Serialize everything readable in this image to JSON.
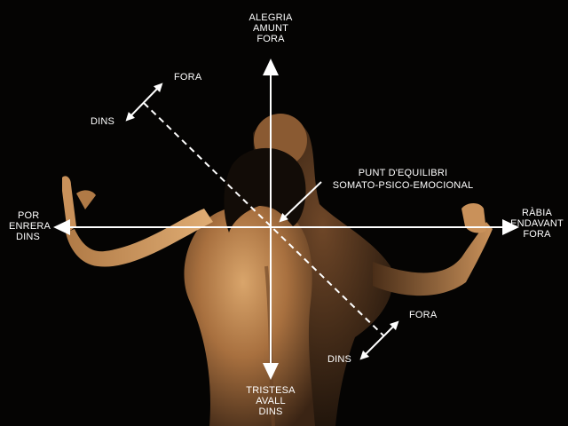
{
  "colors": {
    "background": "#050403",
    "overlay": "#ffffff",
    "skin_light": "#c9915a",
    "skin_mid": "#8a5a32",
    "skin_dark": "#3a2414"
  },
  "labels": {
    "top": [
      "ALEGRIA",
      "AMUNT",
      "FORA"
    ],
    "bottom": [
      "TRISTESA",
      "AVALL",
      "DINS"
    ],
    "left": [
      "POR",
      "ENRERA",
      "DINS"
    ],
    "right": [
      "RÀBIA",
      "ENDAVANT",
      "FORA"
    ],
    "upper_diagonal_out": "FORA",
    "upper_diagonal_in": "DINS",
    "lower_diagonal_out": "FORA",
    "lower_diagonal_in": "DINS",
    "center_point": [
      "PUNT D'EQUILIBRI",
      "SOMATO-PSICO-EMOCIONAL"
    ]
  }
}
